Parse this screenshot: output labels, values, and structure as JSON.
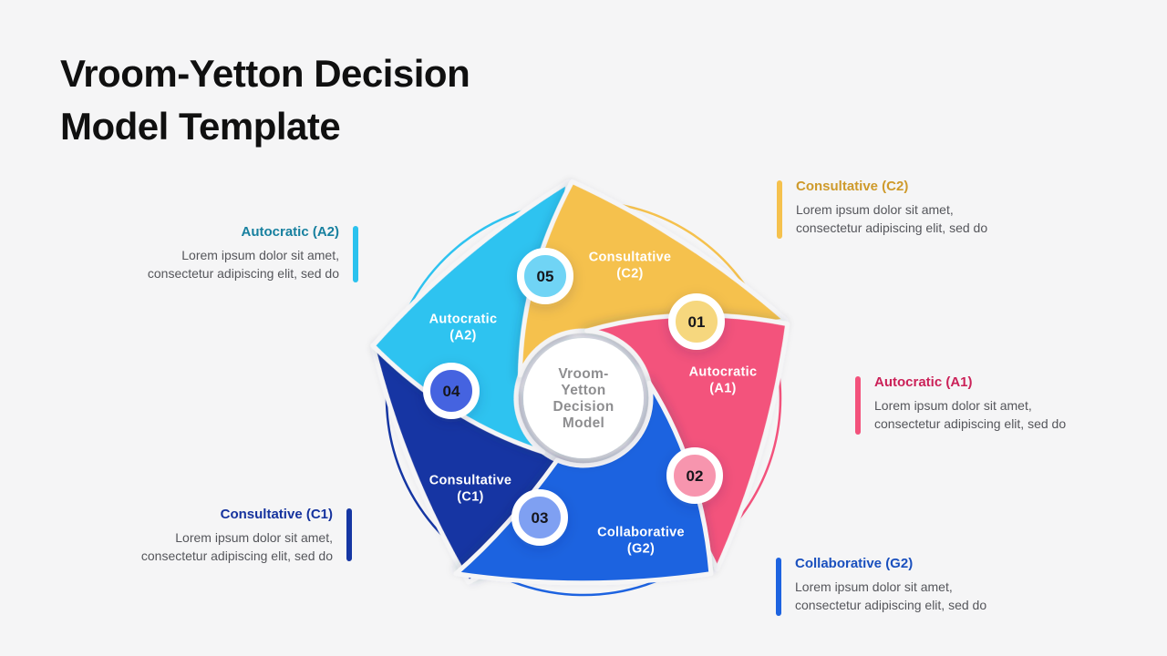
{
  "title": {
    "line1": "Vroom-Yetton Decision",
    "line2": "Model Template"
  },
  "background_color": "#F5F5F6",
  "diagram": {
    "center": {
      "lines": [
        "Vroom-",
        "Yetton",
        "Decision",
        "Model"
      ],
      "text_color": "#8E8E90",
      "fill": "#FFFFFF"
    },
    "petals": [
      {
        "id": "consultative-c1",
        "label_line1": "Consultative",
        "label_line2": "(C1)",
        "color": "#1536A3"
      },
      {
        "id": "autocratic-a2",
        "label_line1": "Autocratic",
        "label_line2": "(A2)",
        "color": "#2EC3F0"
      },
      {
        "id": "consultative-c2",
        "label_line1": "Consultative",
        "label_line2": "(C2)",
        "color": "#F5C14D"
      },
      {
        "id": "autocratic-a1",
        "label_line1": "Autocratic",
        "label_line2": "(A1)",
        "color": "#F3527C"
      },
      {
        "id": "collaborative-g2",
        "label_line1": "Collaborative",
        "label_line2": "(G2)",
        "color": "#1D63E0"
      }
    ],
    "badges": [
      {
        "number": "01",
        "color": "#F6D77E"
      },
      {
        "number": "02",
        "color": "#F795AE"
      },
      {
        "number": "03",
        "color": "#7FA0F2"
      },
      {
        "number": "04",
        "color": "#4564E0"
      },
      {
        "number": "05",
        "color": "#6FD4F5"
      }
    ]
  },
  "callouts": [
    {
      "id": "autocratic-a2",
      "heading": "Autocratic (A2)",
      "heading_color": "#17809F",
      "accent_color": "#2BC2EE",
      "body_line1": "Lorem ipsum dolor sit amet,",
      "body_line2": "consectetur adipiscing elit, sed do"
    },
    {
      "id": "consultative-c1",
      "heading": "Consultative (C1)",
      "heading_color": "#16339E",
      "accent_color": "#1536A3",
      "body_line1": "Lorem ipsum dolor sit amet,",
      "body_line2": "consectetur adipiscing elit, sed do"
    },
    {
      "id": "consultative-c2",
      "heading": "Consultative (C2)",
      "heading_color": "#CE9A2B",
      "accent_color": "#F5C14D",
      "body_line1": "Lorem ipsum dolor sit amet,",
      "body_line2": "consectetur adipiscing elit, sed do"
    },
    {
      "id": "autocratic-a1",
      "heading": "Autocratic (A1)",
      "heading_color": "#CB2158",
      "accent_color": "#F3527C",
      "body_line1": "Lorem ipsum dolor sit amet,",
      "body_line2": "consectetur adipiscing elit, sed do"
    },
    {
      "id": "collaborative-g2",
      "heading": "Collaborative (G2)",
      "heading_color": "#1A50BE",
      "accent_color": "#1D63E0",
      "body_line1": "Lorem ipsum dolor sit amet,",
      "body_line2": "consectetur adipiscing elit, sed do"
    }
  ]
}
